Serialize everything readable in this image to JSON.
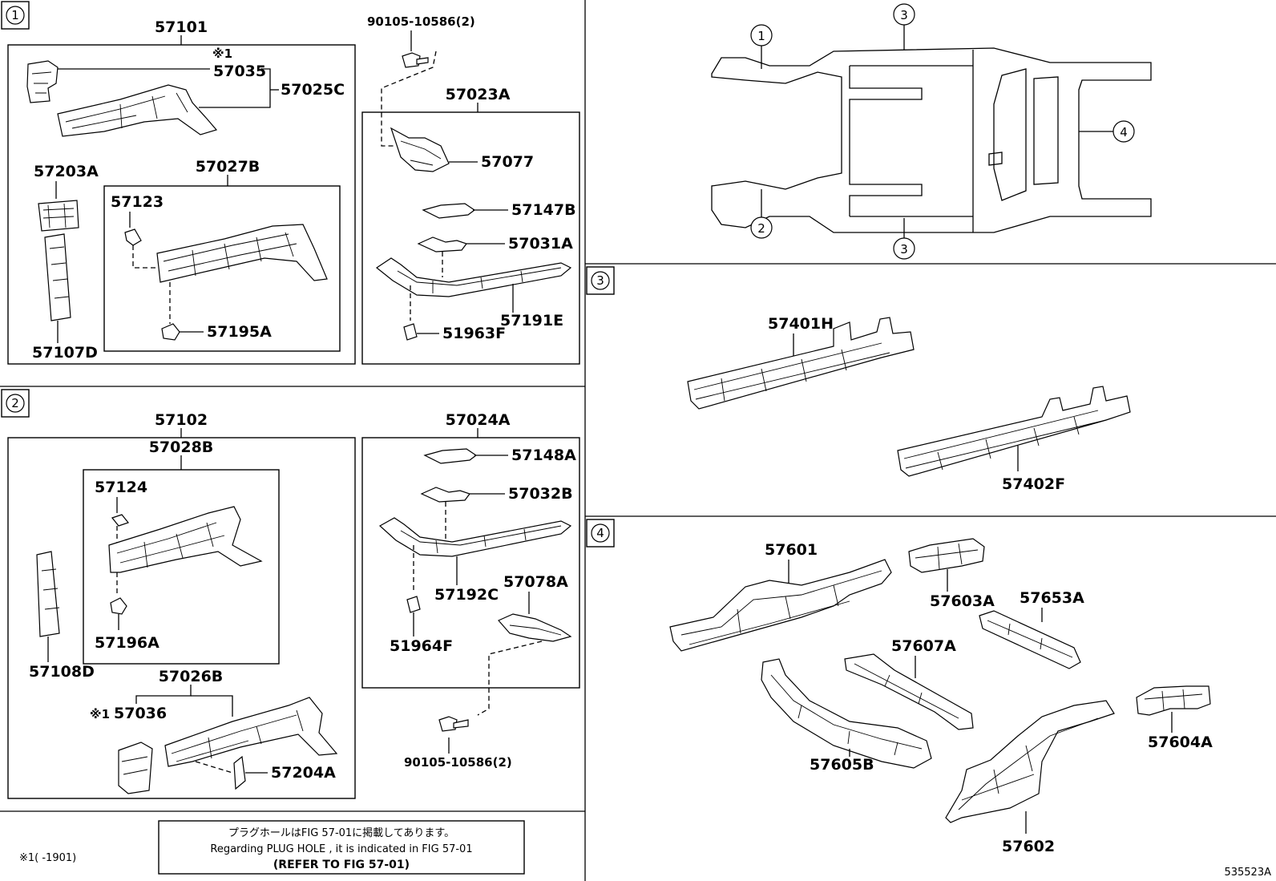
{
  "sections": {
    "s1": "1",
    "s2": "2",
    "s3": "3",
    "s4": "4"
  },
  "labels": {
    "p57101": "57101",
    "p57035": "57035",
    "p57025C": "57025C",
    "p57203A": "57203A",
    "p57027B": "57027B",
    "p57123": "57123",
    "p57107D": "57107D",
    "p57195A": "57195A",
    "p90105a": "90105-10586(2)",
    "p57023A": "57023A",
    "p57077": "57077",
    "p57147B": "57147B",
    "p57031A": "57031A",
    "p57191E": "57191E",
    "p51963F": "51963F",
    "p57102": "57102",
    "p57028B": "57028B",
    "p57124": "57124",
    "p57196A": "57196A",
    "p57108D": "57108D",
    "p57026B": "57026B",
    "p57036": "57036",
    "p57204A": "57204A",
    "p57024A": "57024A",
    "p57148A": "57148A",
    "p57032B": "57032B",
    "p57192C": "57192C",
    "p57078A": "57078A",
    "p51964F": "51964F",
    "p90105b": "90105-10586(2)",
    "p57401H": "57401H",
    "p57402F": "57402F",
    "p57601": "57601",
    "p57603A": "57603A",
    "p57653A": "57653A",
    "p57607A": "57607A",
    "p57605B": "57605B",
    "p57604A": "57604A",
    "p57602": "57602"
  },
  "marks": {
    "note1_mark": "※1",
    "note2_mark": "※1"
  },
  "index_callouts": {
    "c1": "1",
    "c2": "2",
    "c3a": "3",
    "c3b": "3",
    "c4": "4"
  },
  "footnote": "※1(      -1901)",
  "notice": {
    "jp": "プラグホールはFIG 57-01に掲載してあります。",
    "en": "Regarding PLUG HOLE , it is indicated in FIG 57-01",
    "ref": "(REFER TO FIG 57-01)"
  },
  "figure_id": "535523A"
}
